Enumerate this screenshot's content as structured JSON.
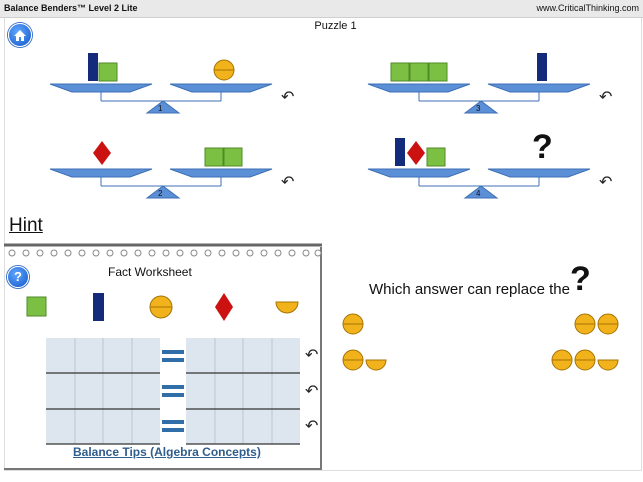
{
  "app": {
    "title": "Balance Benders™ Level 2 Lite",
    "site": "www.CriticalThinking.com"
  },
  "puzzle": {
    "title": "Puzzle 1",
    "scales": [
      {
        "number": "1"
      },
      {
        "number": "2"
      },
      {
        "number": "3"
      },
      {
        "number": "4"
      }
    ]
  },
  "hint_label": "Hint",
  "worksheet": {
    "title": "Fact Worksheet",
    "help_symbol": "?",
    "shapes": [
      "green-square-icon",
      "blue-bar-icon",
      "orange-circle-icon",
      "red-diamond-icon",
      "orange-half-circle-icon"
    ],
    "tips_link": "Balance Tips (Algebra Concepts)"
  },
  "question": {
    "text": "Which answer can replace the",
    "symbol": "?"
  },
  "colors": {
    "green": "#7cc043",
    "blue": "#142a7a",
    "orange": "#f2b21b",
    "red": "#cc1111",
    "scale": "#5b8fd6",
    "grid": "#dde6ef"
  }
}
